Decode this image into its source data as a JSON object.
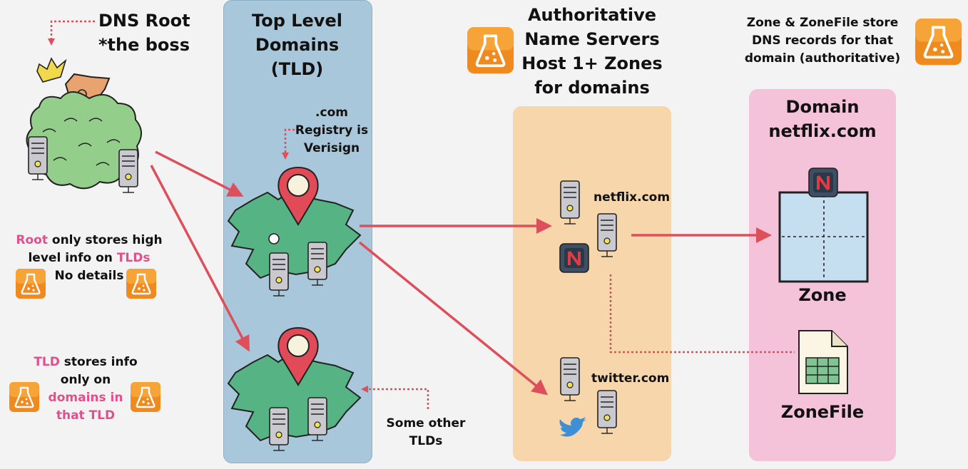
{
  "title_root": [
    "DNS Root",
    "*the boss"
  ],
  "title_tld": [
    "Top Level",
    "Domains",
    "(TLD)"
  ],
  "title_auth": [
    "Authoritative",
    "Name Servers",
    "Host 1+ Zones",
    "for domains"
  ],
  "title_domain": [
    "Domain",
    "netflix.com"
  ],
  "zone_note": [
    "Zone & ZoneFile store",
    "DNS records for that",
    "domain (authoritative)"
  ],
  "com_note": [
    ".com",
    "Registry is",
    "Verisign"
  ],
  "root_note": {
    "l1_pink": "Root",
    "l1_rest": " only stores high",
    "l2_rest": "level info on ",
    "l2_pink": "TLDs",
    "l3": "No details"
  },
  "tld_note": {
    "l1_pink": "TLD",
    "l1_rest": " stores info",
    "l2": "only on",
    "l3_pink": "domains in",
    "l4_pink": "that TLD"
  },
  "other_tlds": [
    "Some other",
    "TLDs"
  ],
  "server_labels": {
    "netflix": "netflix.com",
    "twitter": "twitter.com"
  },
  "zone_label": "Zone",
  "zonefile_label": "ZoneFile",
  "colors": {
    "arrow": "#de4f5c",
    "tld_panel": "#a9c7db",
    "auth_panel": "#f6d6aa",
    "domain_panel": "#f5c3d9",
    "highlight": "#e0508a",
    "netflix_red": "#e03a45"
  }
}
